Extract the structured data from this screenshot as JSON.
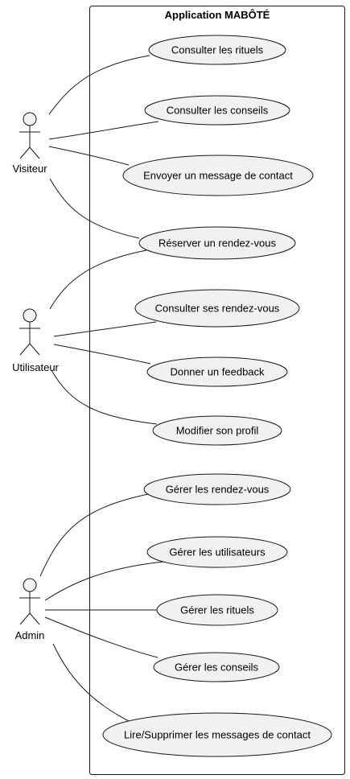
{
  "system": {
    "title": "Application MABÔTÉ"
  },
  "actors": [
    {
      "id": "visiteur",
      "label": "Visiteur"
    },
    {
      "id": "utilisateur",
      "label": "Utilisateur"
    },
    {
      "id": "admin",
      "label": "Admin"
    }
  ],
  "use_cases": [
    {
      "id": "uc1",
      "label": "Consulter les rituels"
    },
    {
      "id": "uc2",
      "label": "Consulter les conseils"
    },
    {
      "id": "uc3",
      "label": "Envoyer un message de contact"
    },
    {
      "id": "uc4",
      "label": "Réserver un rendez-vous"
    },
    {
      "id": "uc5",
      "label": "Consulter ses rendez-vous"
    },
    {
      "id": "uc6",
      "label": "Donner un feedback"
    },
    {
      "id": "uc7",
      "label": "Modifier son profil"
    },
    {
      "id": "uc8",
      "label": "Gérer les rendez-vous"
    },
    {
      "id": "uc9",
      "label": "Gérer les utilisateurs"
    },
    {
      "id": "uc10",
      "label": "Gérer les rituels"
    },
    {
      "id": "uc11",
      "label": "Gérer les conseils"
    },
    {
      "id": "uc12",
      "label": "Lire/Supprimer les messages de contact"
    }
  ],
  "associations": [
    {
      "from": "visiteur",
      "to": "uc1"
    },
    {
      "from": "visiteur",
      "to": "uc2"
    },
    {
      "from": "visiteur",
      "to": "uc3"
    },
    {
      "from": "visiteur",
      "to": "uc4"
    },
    {
      "from": "utilisateur",
      "to": "uc4"
    },
    {
      "from": "utilisateur",
      "to": "uc5"
    },
    {
      "from": "utilisateur",
      "to": "uc6"
    },
    {
      "from": "utilisateur",
      "to": "uc7"
    },
    {
      "from": "admin",
      "to": "uc8"
    },
    {
      "from": "admin",
      "to": "uc9"
    },
    {
      "from": "admin",
      "to": "uc10"
    },
    {
      "from": "admin",
      "to": "uc11"
    },
    {
      "from": "admin",
      "to": "uc12"
    }
  ]
}
